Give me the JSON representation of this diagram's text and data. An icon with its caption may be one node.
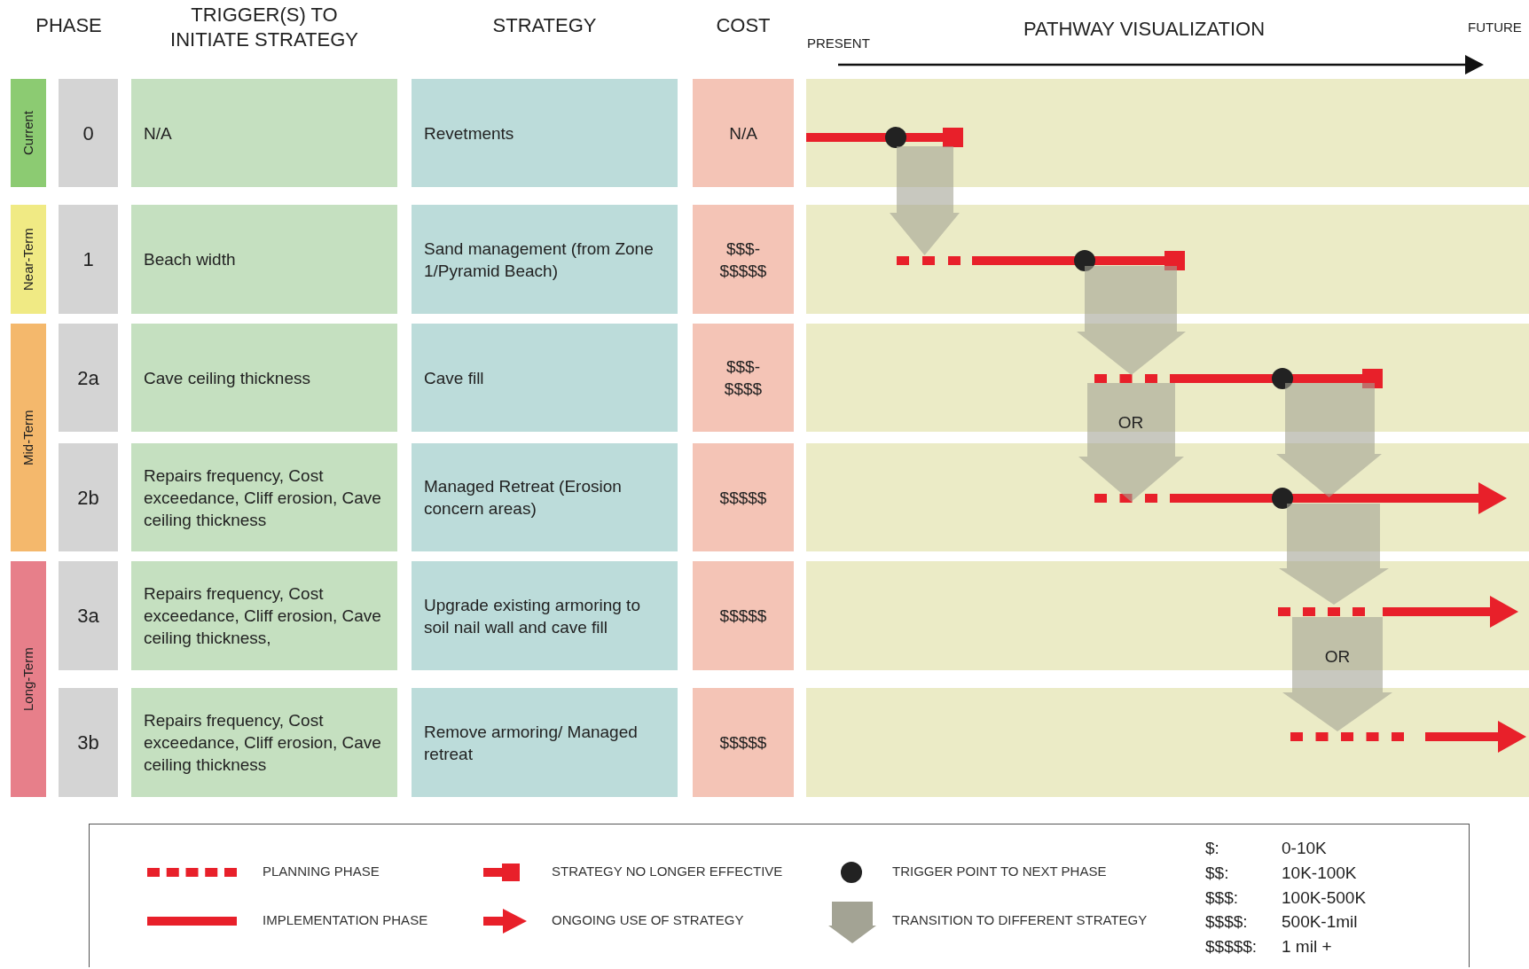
{
  "diagram": {
    "labels": [
      "PHASE",
      "TRIGGER(S) TO INITIATE STRATEGY",
      "STRATEGY",
      "COST",
      "PRESENT",
      "PATHWAY VISUALIZATION",
      "FUTURE",
      "Current",
      "0",
      "N/A",
      "Revetments",
      "N/A",
      "Near-Term",
      "1",
      "Beach width",
      "Sand management (from Zone 1/Pyramid Beach)",
      "$$$- $$$$$",
      "Mid-Term",
      "2a",
      "Cave ceiling thickness",
      "Cave fill",
      "$$$- $$$$",
      "2b",
      "Repairs frequency, Cost exceedance, Cliff erosion, Cave ceiling thickness",
      "Managed Retreat (Erosion concern areas)",
      "$$$$$",
      "Long-Term",
      "3a",
      "Repairs frequency, Cost exceedance, Cliff erosion, Cave ceiling thickness,",
      "Upgrade existing armoring to soil nail wall and cave fill",
      "$$$$$",
      "3b",
      "Repairs frequency, Cost exceedance, Cliff erosion, Cave ceiling thickness",
      "Remove armoring/ Managed retreat",
      "$$$$$",
      "OR",
      "OR",
      "$:",
      "0-10K",
      "$$:",
      "10K-100K",
      "$$$:",
      "100K-500K",
      "$$$$:",
      "500K-1mil",
      "$$$$$:",
      "1 mil +"
    ],
    "legend": [
      {
        "text": "PLANNING PHASE"
      },
      {
        "text": "IMPLEMENTATION PHASE"
      },
      {
        "text": "STRATEGY NO LONGER EFFECTIVE"
      },
      {
        "text": "ONGOING USE OF STRATEGY"
      },
      {
        "text": "TRIGGER POINT TO NEXT PHASE"
      },
      {
        "text": "TRANSITION TO DIFFERENT STRATEGY"
      }
    ]
  }
}
